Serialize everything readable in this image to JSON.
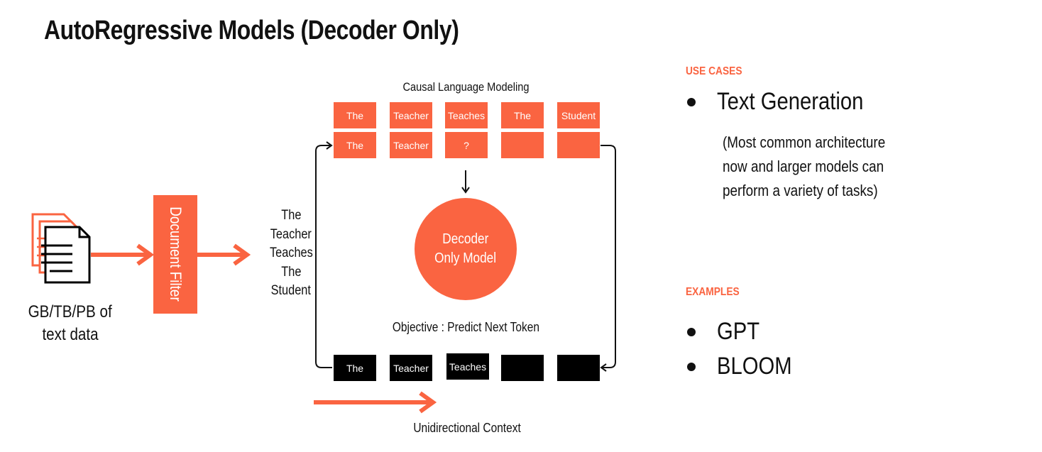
{
  "title": "AutoRegressive Models (Decoder Only)",
  "source": {
    "caption_line1": "GB/TB/PB of",
    "caption_line2": "text data"
  },
  "filter": {
    "label": "Document Filter"
  },
  "input_sentence": [
    "The",
    "Teacher",
    "Teaches",
    "The",
    "Student"
  ],
  "diagram": {
    "top_label": "Causal Language Modeling",
    "row1": [
      "The",
      "Teacher",
      "Teaches",
      "The",
      "Student"
    ],
    "row2": [
      "The",
      "Teacher",
      "?",
      "",
      ""
    ],
    "model_line1": "Decoder",
    "model_line2": "Only Model",
    "objective": "Objective : Predict Next Token",
    "bottom_row": [
      "The",
      "Teacher",
      "Teaches",
      "",
      ""
    ],
    "context_label": "Unidirectional Context"
  },
  "use_cases": {
    "heading": "USE CASES",
    "item": "Text Generation",
    "note_line1": "(Most common architecture",
    "note_line2": "now and larger models can",
    "note_line3": "perform a variety of tasks)"
  },
  "examples": {
    "heading": "EXAMPLES",
    "items": [
      "GPT",
      "BLOOM"
    ]
  },
  "colors": {
    "accent": "#fa6441",
    "dark": "#000000"
  }
}
